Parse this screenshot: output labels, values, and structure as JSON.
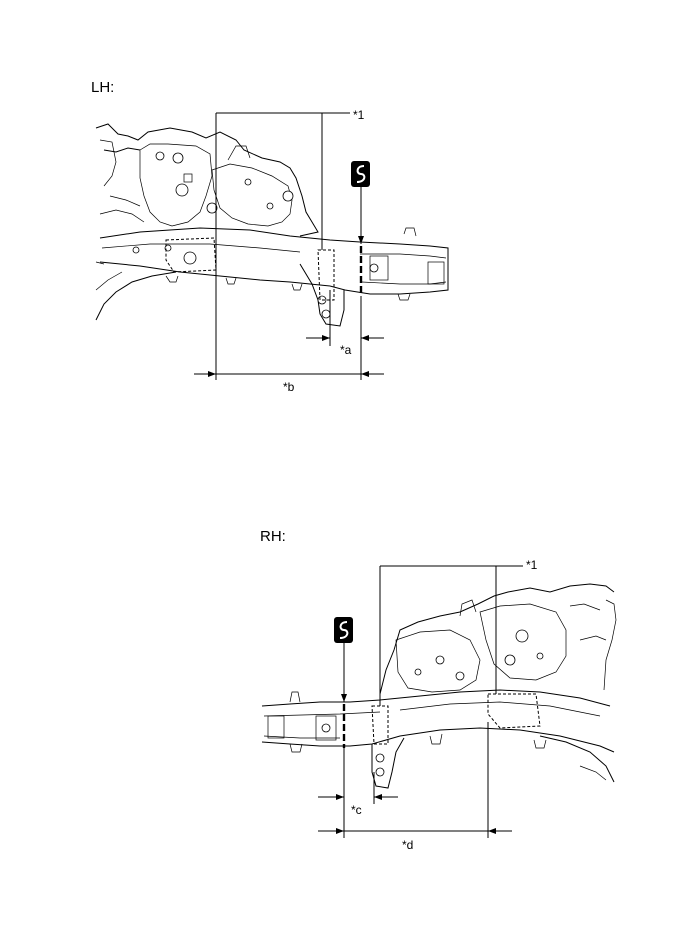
{
  "lh": {
    "title": "LH:",
    "callout": "*1",
    "dim_a": "*a",
    "dim_b": "*b"
  },
  "rh": {
    "title": "RH:",
    "callout": "*1",
    "dim_c": "*c",
    "dim_d": "*d"
  },
  "cut_symbol": {
    "icon": "saw-cut-icon",
    "glyph": "S"
  }
}
